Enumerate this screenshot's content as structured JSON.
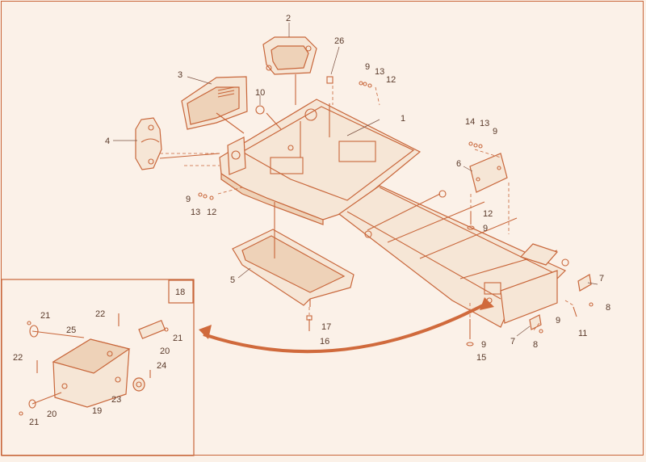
{
  "callouts": {
    "c1": "1",
    "c2": "2",
    "c3": "3",
    "c4": "4",
    "c5": "5",
    "c6": "6",
    "c7a": "7",
    "c7b": "7",
    "c8a": "8",
    "c8b": "8",
    "c9a": "9",
    "c9b": "9",
    "c9c": "9",
    "c9d": "9",
    "c9e": "9",
    "c9f": "9",
    "c10": "10",
    "c11": "11",
    "c12a": "12",
    "c12b": "12",
    "c12c": "12",
    "c13a": "13",
    "c13b": "13",
    "c13c": "13",
    "c14": "14",
    "c15": "15",
    "c16": "16",
    "c17": "17",
    "c26": "26"
  },
  "inset": {
    "label": "18",
    "c19": "19",
    "c20a": "20",
    "c20b": "20",
    "c21a": "21",
    "c21b": "21",
    "c21c": "21",
    "c22a": "22",
    "c22b": "22",
    "c23": "23",
    "c24": "24",
    "c25": "25"
  },
  "colors": {
    "line": "#c8663a",
    "background": "#fbf1e8",
    "text": "#5a3a2a"
  }
}
